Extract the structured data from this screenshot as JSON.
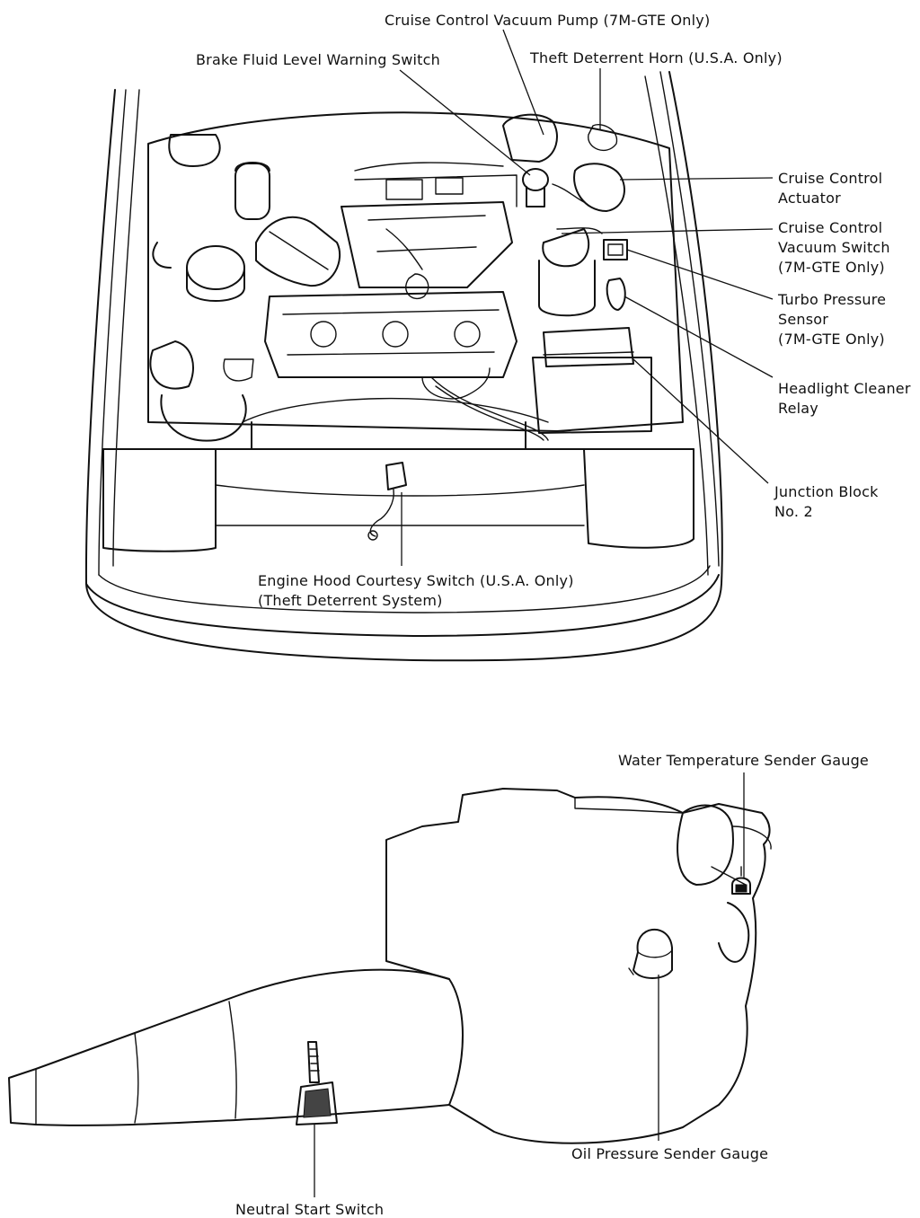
{
  "engine_bay": {
    "labels": {
      "cruise_vacuum_pump": "Cruise Control Vacuum Pump (7M-GTE Only)",
      "brake_fluid_switch": "Brake Fluid Level Warning Switch",
      "theft_horn": "Theft Deterrent Horn (U.S.A. Only)",
      "cruise_actuator": [
        "Cruise Control",
        "Actuator"
      ],
      "cruise_vacuum_switch": [
        "Cruise Control",
        "Vacuum Switch",
        "(7M-GTE Only)"
      ],
      "turbo_pressure_sensor": [
        "Turbo Pressure",
        "Sensor",
        "(7M-GTE Only)"
      ],
      "headlight_cleaner_relay": [
        "Headlight Cleaner",
        "Relay"
      ],
      "junction_block": [
        "Junction Block",
        "No. 2"
      ],
      "hood_courtesy_switch": [
        "Engine Hood Courtesy Switch (U.S.A. Only)",
        "(Theft Deterrent System)"
      ]
    }
  },
  "drivetrain": {
    "labels": {
      "water_temp_sender": "Water Temperature Sender Gauge",
      "oil_pressure_sender": "Oil Pressure Sender Gauge",
      "neutral_start_switch": "Neutral Start Switch"
    }
  }
}
